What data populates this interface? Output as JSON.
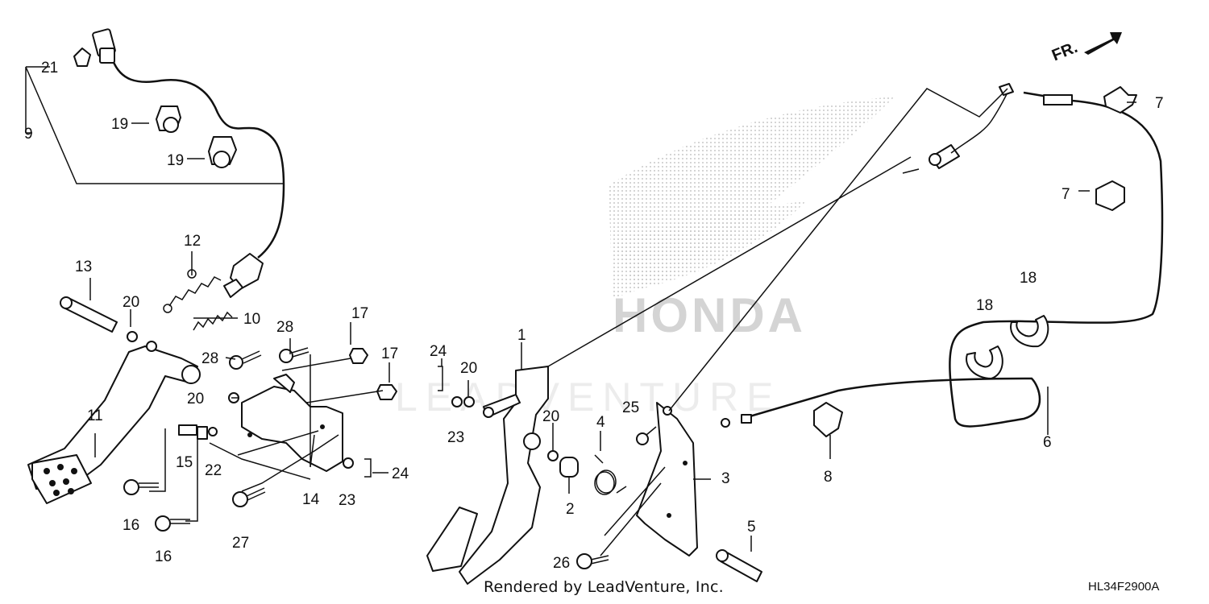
{
  "direction_label": "FR.",
  "credit": "Rendered by LeadVenture, Inc.",
  "diagram_code": "HL34F2900A",
  "watermark": {
    "brand": "HONDA",
    "dealer": "LEADVENTURE"
  },
  "callouts": {
    "c1": "1",
    "c2": "2",
    "c3": "3",
    "c4": "4",
    "c5": "5",
    "c6": "6",
    "c7a": "7",
    "c7b": "7",
    "c8": "8",
    "c9": "9",
    "c10": "10",
    "c11": "11",
    "c12": "12",
    "c13": "13",
    "c14": "14",
    "c15": "15",
    "c16a": "16",
    "c16b": "16",
    "c17a": "17",
    "c17b": "17",
    "c18a": "18",
    "c18b": "18",
    "c19a": "19",
    "c19b": "19",
    "c20a": "20",
    "c20b": "20",
    "c20c": "20",
    "c20d": "20",
    "c21": "21",
    "c22": "22",
    "c23a": "23",
    "c23b": "23",
    "c24a": "24",
    "c24b": "24",
    "c25": "25",
    "c26": "26",
    "c27": "27",
    "c28a": "28",
    "c28b": "28"
  }
}
